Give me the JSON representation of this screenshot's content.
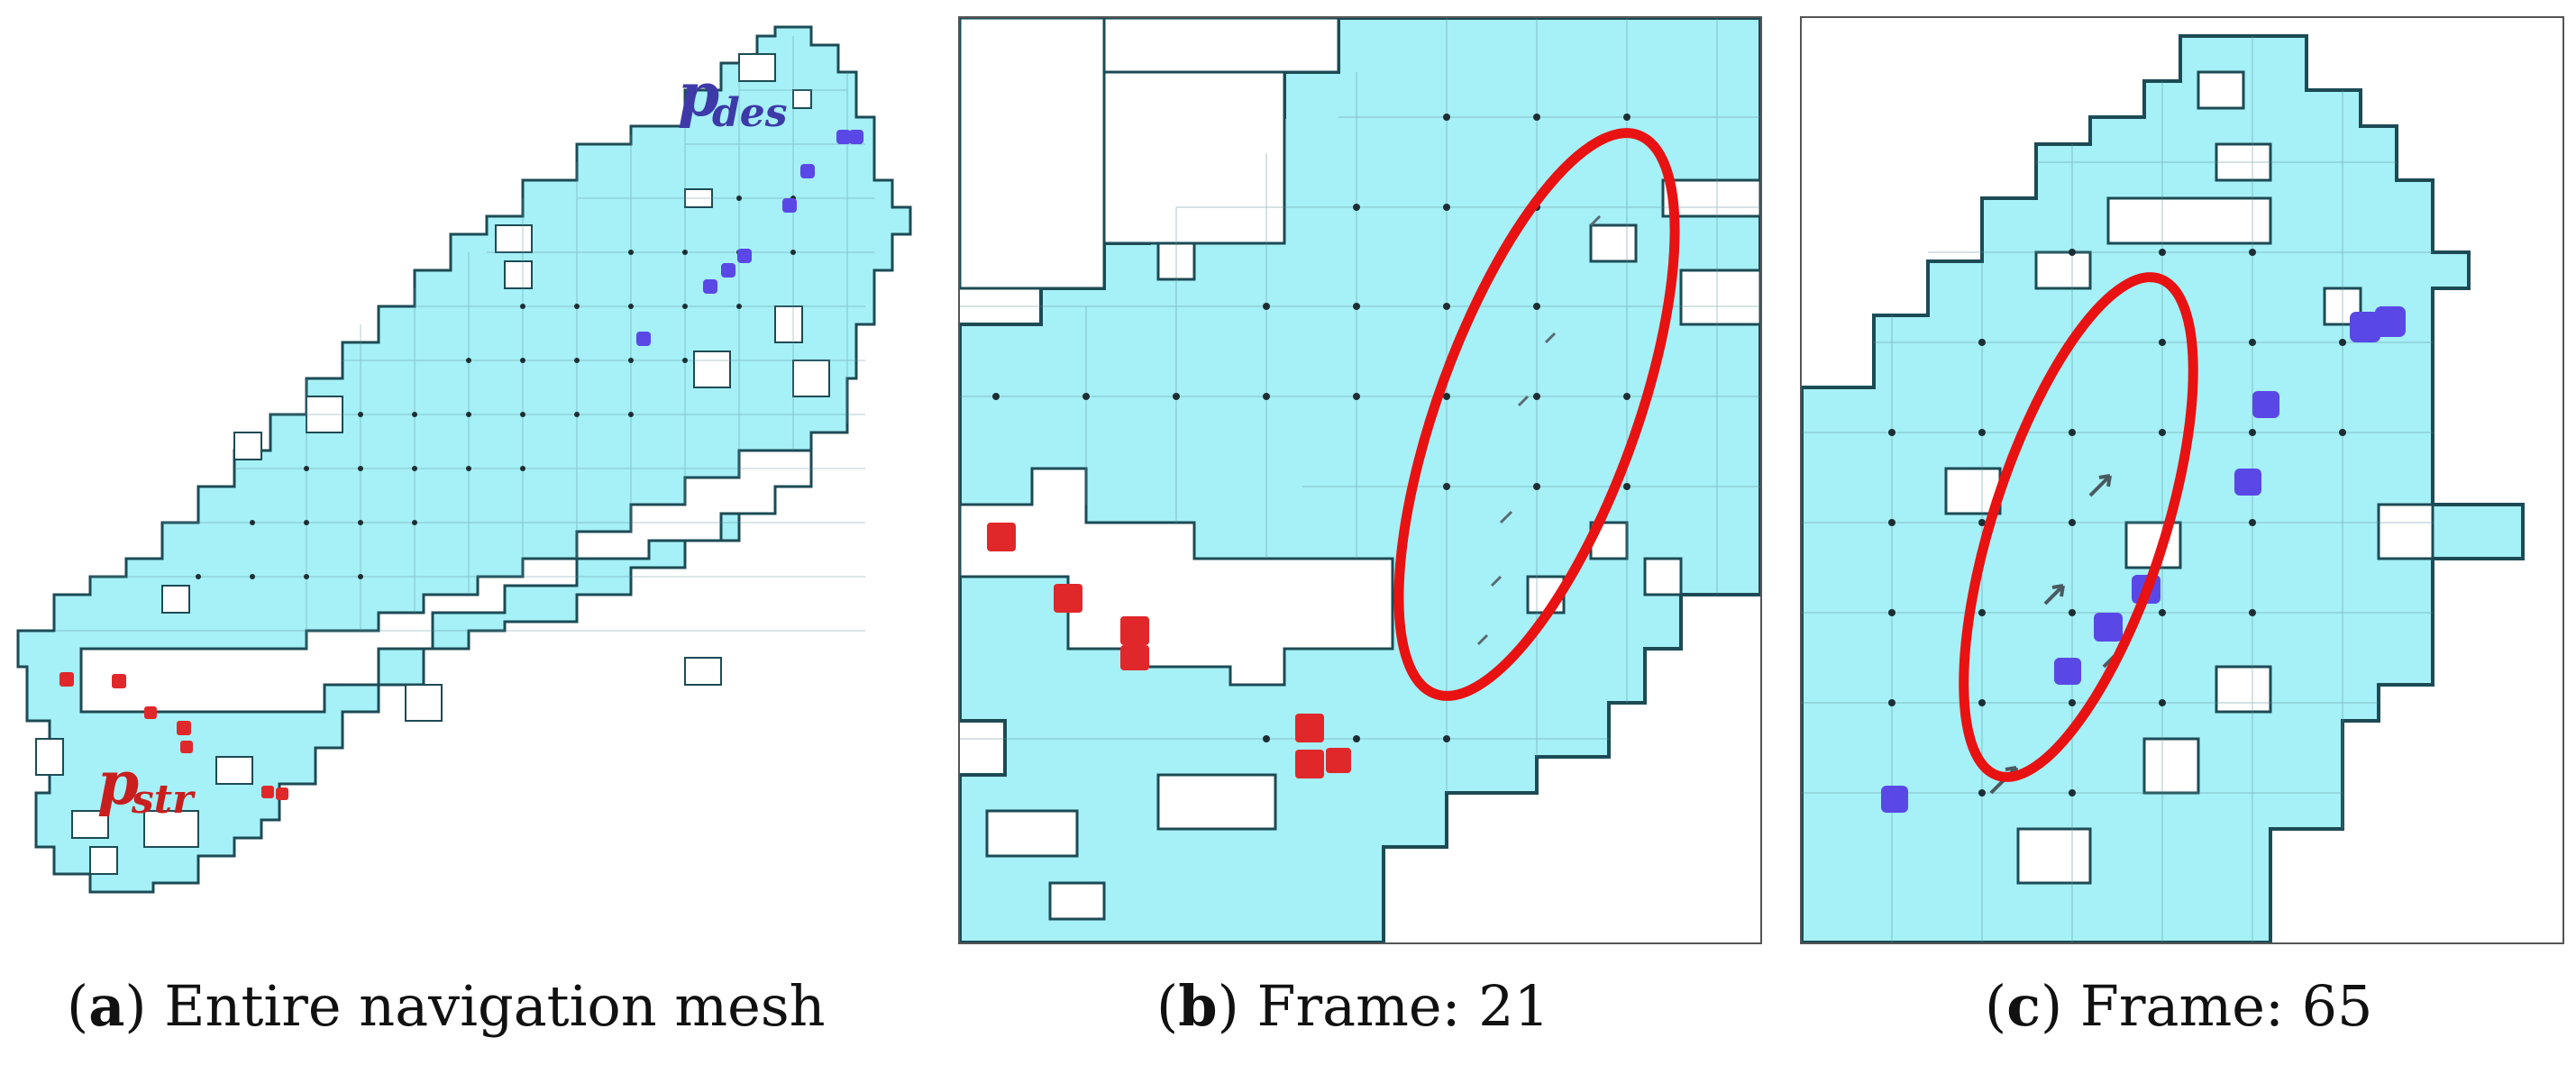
{
  "panels": [
    {
      "id": "a",
      "caption_label": "a",
      "caption_text": "Entire navigation mesh",
      "start_label": "str",
      "goal_label": "des"
    },
    {
      "id": "b",
      "caption_label": "b",
      "caption_text": "Frame: 21"
    },
    {
      "id": "c",
      "caption_label": "c",
      "caption_text": "Frame: 65"
    }
  ],
  "colors": {
    "mesh": "#a6f0f7",
    "edge": "#1c4b55",
    "start_agents": "#e0282a",
    "goal_agents": "#5a48e6",
    "highlight": "#e81212"
  }
}
